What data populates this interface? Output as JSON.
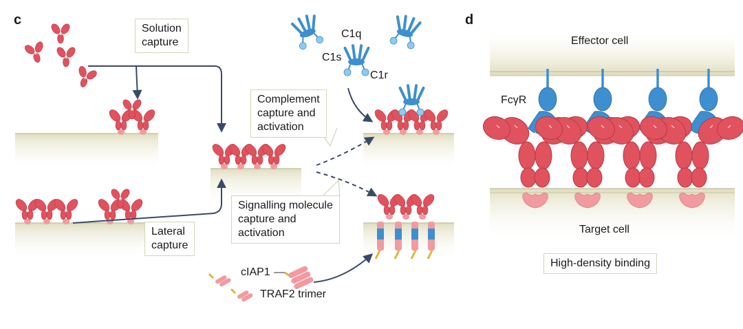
{
  "panels": {
    "c": "c",
    "d": "d"
  },
  "panel_c": {
    "solution_capture": [
      "Solution",
      "capture"
    ],
    "lateral_capture": [
      "Lateral",
      "capture"
    ],
    "complement": [
      "Complement",
      "capture and",
      "activation"
    ],
    "signalling": [
      "Signalling molecule",
      "capture and",
      "activation"
    ],
    "c1q": "C1q",
    "c1s": "C1s",
    "c1r": "C1r",
    "ciap1": "cIAP1",
    "traf2": "TRAF2 trimer"
  },
  "panel_d": {
    "effector_cell": "Effector cell",
    "fcgr": "FcγR",
    "target_cell": "Target cell",
    "high_density": "High-density binding"
  },
  "colors": {
    "antibody": "#e0525d",
    "antibody_light": "#f19aa0",
    "complement": "#3d8fd0",
    "complement_light": "#8ecbee",
    "membrane": "#e8e6cf",
    "arrow": "#3a4a66",
    "box_border": "#cfd8b5"
  }
}
